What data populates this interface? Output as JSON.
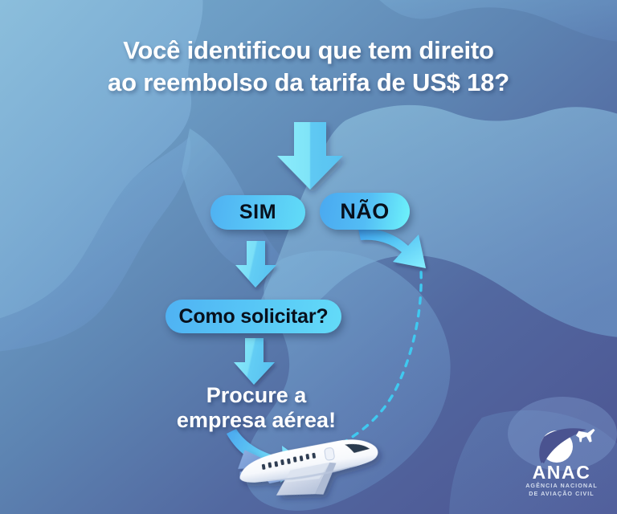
{
  "poster": {
    "title": {
      "line1": "Você identificou que tem direito",
      "line2_prefix": "ao ",
      "line2_bold": "reembolso da tarifa de US$ 18",
      "line2_suffix": "?"
    },
    "options": {
      "yes_label": "SIM",
      "no_label": "NÃO"
    },
    "step_question": "Como solicitar?",
    "call_to_action": {
      "line1": "Procure a",
      "line2": "empresa aérea!"
    },
    "logo": {
      "wordmark": "ANAC",
      "subtitle_line1": "AGÊNCIA NACIONAL",
      "subtitle_line2": "DE AVIAÇÃO CIVIL"
    },
    "icons": {
      "arrow_main": "arrow-down-icon",
      "arrow_yes": "arrow-down-icon",
      "arrow_question": "arrow-down-icon",
      "arrow_no_curved": "curved-arrow-down-right-icon",
      "arrow_cta_curved": "curved-arrow-right-icon",
      "airplane": "airplane-icon",
      "dashed_route": "dashed-flight-path-icon",
      "logo_globe": "globe-swoosh-icon",
      "logo_plane": "small-plane-icon"
    },
    "colors": {
      "background_top": "#74a8cc",
      "background_bottom": "#4a5390",
      "map_light": "#89bcd9",
      "map_mid": "#6f9fcd",
      "arrow_cyan": "#7fe4f8",
      "arrow_blue": "#5ec9f5",
      "pill_gradient_start": "#4fb1f2",
      "pill_gradient_end": "#61dcf7",
      "pill_text": "#08101c",
      "text_white": "#ffffff",
      "dash_cyan": "#3fc9f0",
      "plane_body": "#ffffff",
      "plane_accent": "#7fa4dd",
      "logo_white": "#ffffff"
    }
  }
}
